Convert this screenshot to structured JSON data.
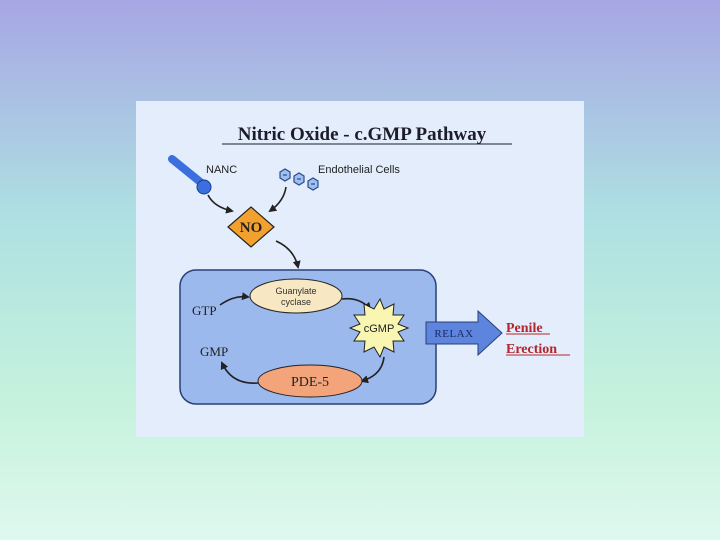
{
  "diagram": {
    "title": "Nitric Oxide - c.GMP Pathway",
    "nanc": "NANC",
    "endothelial": "Endothelial Cells",
    "no": "NO",
    "guanylate_line1": "Guanylate",
    "guanylate_line2": "cyclase",
    "gtp": "GTP",
    "gmp": "GMP",
    "cgmp": "cGMP",
    "pde5": "PDE-5",
    "relax": "RELAX",
    "outcome_line1": "Penile",
    "outcome_line2": "Erection"
  },
  "colors": {
    "cell": "#9cb9ee",
    "no_diamond": "#f2a12e",
    "guanylate": "#f7e7c2",
    "pde5": "#f3a47b",
    "cgmp": "#f8f6b0",
    "relax_arrow": "#5e85de",
    "outcome_text": "#b3262d"
  }
}
